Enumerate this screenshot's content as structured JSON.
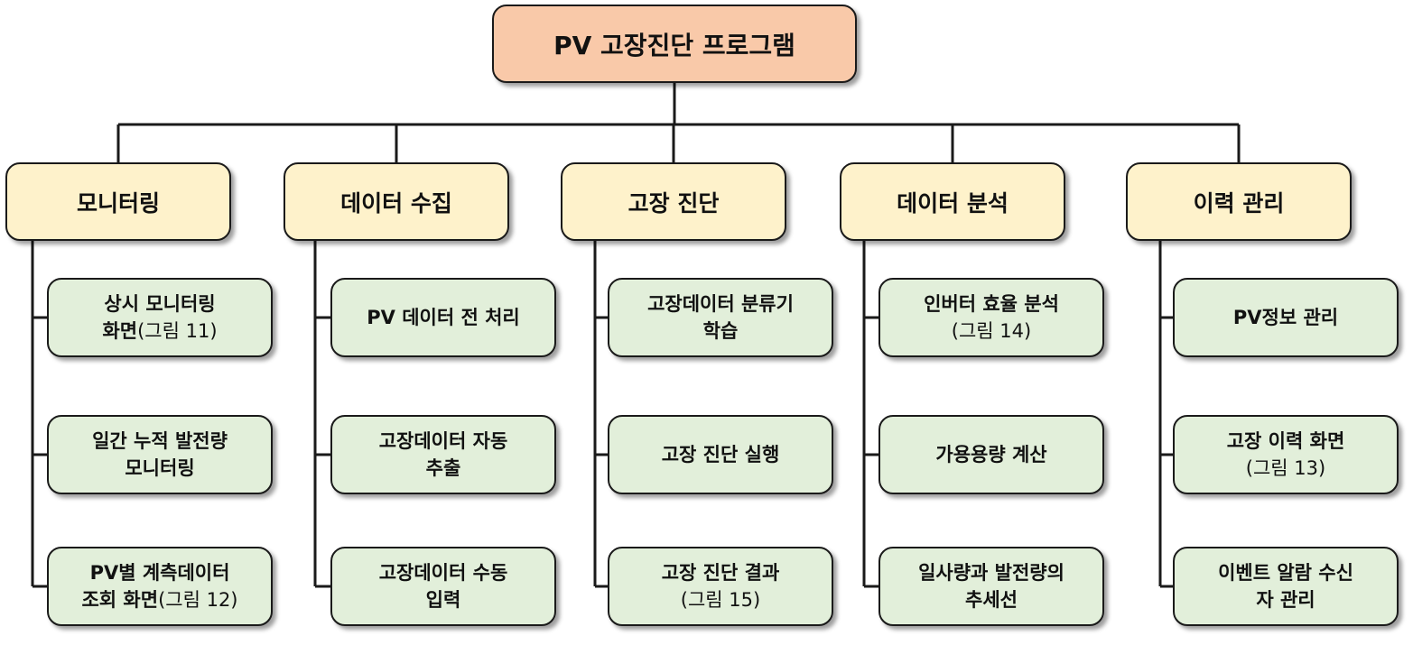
{
  "root": {
    "label": "PV 고장진단 프로그램"
  },
  "categories": [
    {
      "label": "모니터링",
      "items": [
        {
          "lines": [
            {
              "b": "상시 모니터링"
            },
            {
              "b": "화면",
              "n": "(그림 11)"
            }
          ]
        },
        {
          "lines": [
            {
              "b": "일간 누적 발전량"
            },
            {
              "b": "모니터링"
            }
          ]
        },
        {
          "lines": [
            {
              "b": "PV별 계측데이터"
            },
            {
              "b": "조회 화면",
              "n": "(그림 12)"
            }
          ]
        }
      ]
    },
    {
      "label": "데이터 수집",
      "items": [
        {
          "lines": [
            {
              "b": "PV 데이터 전 처리"
            }
          ]
        },
        {
          "lines": [
            {
              "b": "고장데이터 자동"
            },
            {
              "b": "추출"
            }
          ]
        },
        {
          "lines": [
            {
              "b": "고장데이터 수동"
            },
            {
              "b": "입력"
            }
          ]
        }
      ]
    },
    {
      "label": "고장 진단",
      "items": [
        {
          "lines": [
            {
              "b": "고장데이터 분류기"
            },
            {
              "b": "학습"
            }
          ]
        },
        {
          "lines": [
            {
              "b": "고장 진단 실행"
            }
          ]
        },
        {
          "lines": [
            {
              "b": "고장 진단 결과"
            },
            {
              "n": "(그림 15)"
            }
          ]
        }
      ]
    },
    {
      "label": "데이터 분석",
      "items": [
        {
          "lines": [
            {
              "b": "인버터 효율 분석"
            },
            {
              "n": "(그림 14)"
            }
          ]
        },
        {
          "lines": [
            {
              "b": "가용용량 계산"
            }
          ]
        },
        {
          "lines": [
            {
              "b": "일사량과 발전량의"
            },
            {
              "b": "추세선"
            }
          ]
        }
      ]
    },
    {
      "label": "이력 관리",
      "items": [
        {
          "lines": [
            {
              "b": "PV정보 관리"
            }
          ]
        },
        {
          "lines": [
            {
              "b": "고장 이력 화면"
            },
            {
              "n": "(그림 13)"
            }
          ]
        },
        {
          "lines": [
            {
              "b": "이벤트 알람 수신"
            },
            {
              "b": "자 관리"
            }
          ]
        }
      ]
    }
  ],
  "colors": {
    "root_fill": "#f9c9a9",
    "category_fill": "#fef2cb",
    "item_fill": "#e2efda",
    "line": "#1a1a1a"
  }
}
